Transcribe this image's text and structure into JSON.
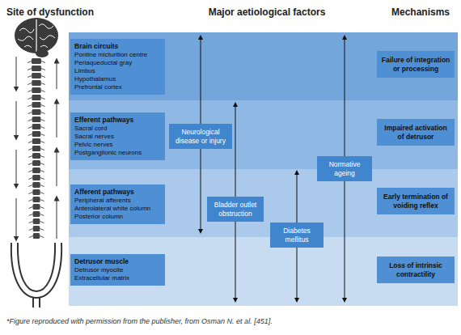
{
  "diagram": {
    "caption": "*Figure reproduced with permission from the publisher, from Osman N. et al. [451].",
    "nodes": [
      {
        "text": [
          "Brain circuits",
          "Pontine micturition centre",
          "Periaqueductal gray",
          "Limbus",
          "Hypothalamus",
          "Prefrontal cortex"
        ]
      },
      {
        "text": [
          "Efferent pathways",
          "Sacral cord",
          "Sacral nerves",
          "Pelvic nerves",
          "Postganglionic neurons"
        ]
      },
      {
        "text": [
          "Afferent pathways",
          "Peripheral afferents",
          "Anterolateral white column",
          "Posterior column"
        ]
      },
      {
        "text": [
          "Detrusor muscle",
          "Detrusor myocite",
          "Extracellular matrix"
        ]
      },
      {
        "text": [
          "Neurological disease or injury"
        ]
      },
      {
        "text": [
          "Bladder outlet obstruction"
        ]
      },
      {
        "text": [
          "Diabetes mellitus"
        ]
      },
      {
        "text": [
          "Normative ageing"
        ]
      },
      {
        "text": [
          "Failure of integration or processing"
        ]
      },
      {
        "text": [
          "Impaired activation of detrusor"
        ]
      },
      {
        "text": [
          "Early termination of voiding reflex"
        ]
      },
      {
        "text": [
          "Loss of intrinsic contractility"
        ]
      }
    ],
    "labels": [
      "Site of dysfunction",
      "Major aetiological factors",
      "Mechanisms"
    ]
  }
}
